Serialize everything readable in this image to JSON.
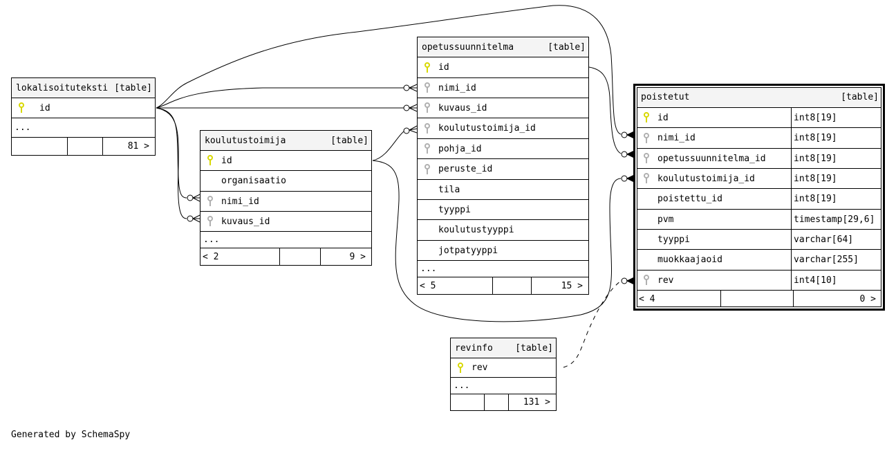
{
  "footer": "Generated by SchemaSpy",
  "colors": {
    "primary_key": "#d8d800",
    "foreign_key": "#b0b0b0",
    "header_bg": "#f4f4f4"
  },
  "tables": {
    "lokalisoituteksti": {
      "name": "lokalisoituteksti",
      "kind": "[table]",
      "columns": [
        {
          "name": "id",
          "key": "primary"
        }
      ],
      "more": "...",
      "parents": "",
      "children": "81 >"
    },
    "koulutustoimija": {
      "name": "koulutustoimija",
      "kind": "[table]",
      "columns": [
        {
          "name": "id",
          "key": "primary"
        },
        {
          "name": "organisaatio",
          "key": "none"
        },
        {
          "name": "nimi_id",
          "key": "foreign"
        },
        {
          "name": "kuvaus_id",
          "key": "foreign"
        }
      ],
      "more": "...",
      "parents": "< 2",
      "children": "9 >"
    },
    "opetussuunnitelma": {
      "name": "opetussuunnitelma",
      "kind": "[table]",
      "columns": [
        {
          "name": "id",
          "key": "primary"
        },
        {
          "name": "nimi_id",
          "key": "foreign"
        },
        {
          "name": "kuvaus_id",
          "key": "foreign"
        },
        {
          "name": "koulutustoimija_id",
          "key": "foreign"
        },
        {
          "name": "pohja_id",
          "key": "foreign"
        },
        {
          "name": "peruste_id",
          "key": "foreign"
        },
        {
          "name": "tila",
          "key": "none"
        },
        {
          "name": "tyyppi",
          "key": "none"
        },
        {
          "name": "koulutustyyppi",
          "key": "none"
        },
        {
          "name": "jotpatyyppi",
          "key": "none"
        }
      ],
      "more": "...",
      "parents": "< 5",
      "children": "15 >"
    },
    "poistetut": {
      "name": "poistetut",
      "kind": "[table]",
      "columns": [
        {
          "name": "id",
          "key": "primary",
          "type": "int8[19]"
        },
        {
          "name": "nimi_id",
          "key": "foreign",
          "type": "int8[19]"
        },
        {
          "name": "opetussuunnitelma_id",
          "key": "foreign",
          "type": "int8[19]"
        },
        {
          "name": "koulutustoimija_id",
          "key": "foreign",
          "type": "int8[19]"
        },
        {
          "name": "poistettu_id",
          "key": "none",
          "type": "int8[19]"
        },
        {
          "name": "pvm",
          "key": "none",
          "type": "timestamp[29,6]"
        },
        {
          "name": "tyyppi",
          "key": "none",
          "type": "varchar[64]"
        },
        {
          "name": "muokkaajaoid",
          "key": "none",
          "type": "varchar[255]"
        },
        {
          "name": "rev",
          "key": "foreign",
          "type": "int4[10]"
        }
      ],
      "parents": "< 4",
      "children": "0 >"
    },
    "revinfo": {
      "name": "revinfo",
      "kind": "[table]",
      "columns": [
        {
          "name": "rev",
          "key": "primary"
        }
      ],
      "more": "...",
      "parents": "",
      "children": "131 >"
    }
  },
  "relationships": [
    {
      "from": "opetussuunnitelma.nimi_id",
      "to": "lokalisoituteksti.id"
    },
    {
      "from": "opetussuunnitelma.kuvaus_id",
      "to": "lokalisoituteksti.id"
    },
    {
      "from": "opetussuunnitelma.koulutustoimija_id",
      "to": "koulutustoimija.id"
    },
    {
      "from": "koulutustoimija.nimi_id",
      "to": "lokalisoituteksti.id"
    },
    {
      "from": "koulutustoimija.kuvaus_id",
      "to": "lokalisoituteksti.id"
    },
    {
      "from": "poistetut.nimi_id",
      "to": "lokalisoituteksti.id"
    },
    {
      "from": "poistetut.opetussuunnitelma_id",
      "to": "opetussuunnitelma.id"
    },
    {
      "from": "poistetut.koulutustoimija_id",
      "to": "koulutustoimija.id"
    },
    {
      "from": "poistetut.rev",
      "to": "revinfo.rev",
      "style": "dashed"
    }
  ]
}
